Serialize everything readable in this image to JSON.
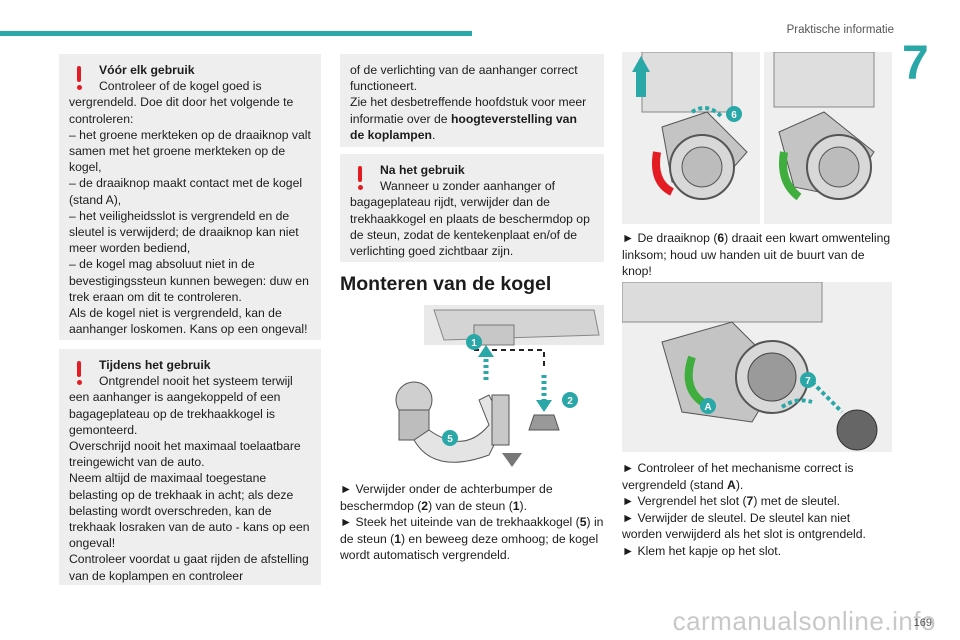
{
  "header": {
    "section_title": "Praktische informatie",
    "chapter_number": "7",
    "accent_color": "#2aa7a7"
  },
  "warnings": {
    "box1": {
      "title": "Vóór elk gebruik",
      "text": "Controleer of de kogel goed is vergrendeld. Doe dit door het volgende te controleren:\n– het groene merkteken op de draaiknop valt samen met het groene merkteken op de kogel,\n– de draaiknop maakt contact met de kogel (stand A),\n– het veiligheidsslot is vergrendeld en de sleutel is verwijderd; de draaiknop kan niet meer worden bediend,\n– de kogel mag absoluut niet in de bevestigingssteun kunnen bewegen: duw en trek eraan om dit te controleren.\nAls de kogel niet is vergrendeld, kan de aanhanger loskomen. Kans op een ongeval!"
    },
    "box2": {
      "title": "Tijdens het gebruik",
      "text": "Ontgrendel nooit het systeem terwijl een aanhanger is aangekoppeld of een bagageplateau op de trekhaakkogel is gemonteerd.\nOverschrijd nooit het maximaal toelaatbare treingewicht van de auto.\nNeem altijd de maximaal toegestane belasting op de trekhaak in acht; als deze belasting wordt overschreden, kan de trekhaak losraken van de auto - kans op een ongeval!\nControleer voordat u gaat rijden de afstelling van de koplampen en controleer"
    },
    "box3": {
      "text_a": "of de verlichting van de aanhanger correct functioneert.\nZie het desbetreffende hoofdstuk voor meer informatie over de ",
      "bold": "hoogteverstelling van de koplampen",
      "text_b": "."
    },
    "box4": {
      "title": "Na het gebruik",
      "text": "Wanneer u zonder aanhanger of bagageplateau rijdt, verwijder dan de trekhaakkogel en plaats de beschermdop op de steun, zodat de kentekenplaat en/of de verlichting goed zichtbaar zijn."
    }
  },
  "main": {
    "heading": "Monteren van de kogel",
    "step1_a": "► Verwijder onder de achterbumper de beschermdop (",
    "step1_n1": "2",
    "step1_b": ") van de steun (",
    "step1_n2": "1",
    "step1_c": ").",
    "step2_a": "► Steek het uiteinde van de trekhaakkogel (",
    "step2_n1": "5",
    "step2_b": ") in de steun (",
    "step2_n2": "1",
    "step2_c": ") en beweeg deze omhoog; de kogel wordt automatisch vergrendeld.",
    "step3_a": "► De draaiknop (",
    "step3_n": "6",
    "step3_b": ") draait een kwart omwenteling linksom; houd uw handen uit de buurt van de knop!",
    "step4_a": "► Controleer of het mechanisme correct is vergrendeld (stand ",
    "step4_n": "A",
    "step4_b": ").",
    "step5_a": "► Vergrendel het slot (",
    "step5_n": "7",
    "step5_b": ") met de sleutel.",
    "step6": "► Verwijder de sleutel. De sleutel kan niet worden verwijderd als het slot is ontgrendeld.",
    "step7": "► Klem het kapje op het slot."
  },
  "figure_labels": {
    "l1": "1",
    "l2": "2",
    "l5": "5",
    "l6": "6",
    "l7": "7",
    "lA": "A"
  },
  "footer": {
    "page_number": "169",
    "watermark": "carmanualsonline.info"
  }
}
